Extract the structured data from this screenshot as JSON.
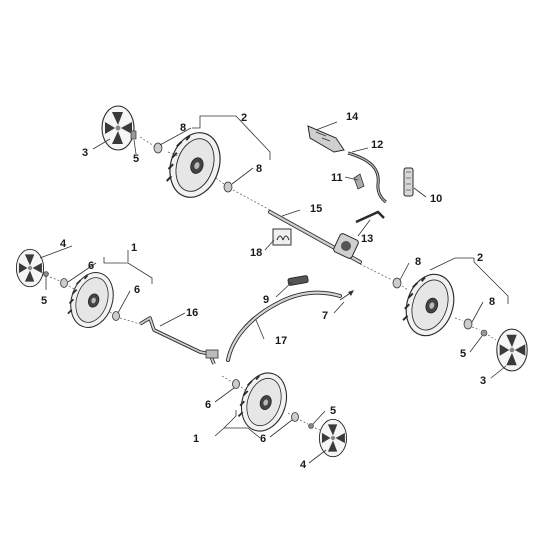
{
  "callouts": {
    "c1a": "1",
    "c1b": "1",
    "c2a": "2",
    "c2b": "2",
    "c3a": "3",
    "c3b": "3",
    "c4a": "4",
    "c4b": "4",
    "c5a": "5",
    "c5b": "5",
    "c5c": "5",
    "c5d": "5",
    "c6a": "6",
    "c6b": "6",
    "c6c": "6",
    "c6d": "6",
    "c7": "7",
    "c8a": "8",
    "c8b": "8",
    "c8c": "8",
    "c8d": "8",
    "c9": "9",
    "c10": "10",
    "c11": "11",
    "c12": "12",
    "c13": "13",
    "c14": "14",
    "c15": "15",
    "c16": "16",
    "c17": "17",
    "c18": "18"
  },
  "colors": {
    "wheel_face": "#e8e8e8",
    "wheel_dark": "#3c3c3c",
    "metal": "#bdbdbd"
  }
}
